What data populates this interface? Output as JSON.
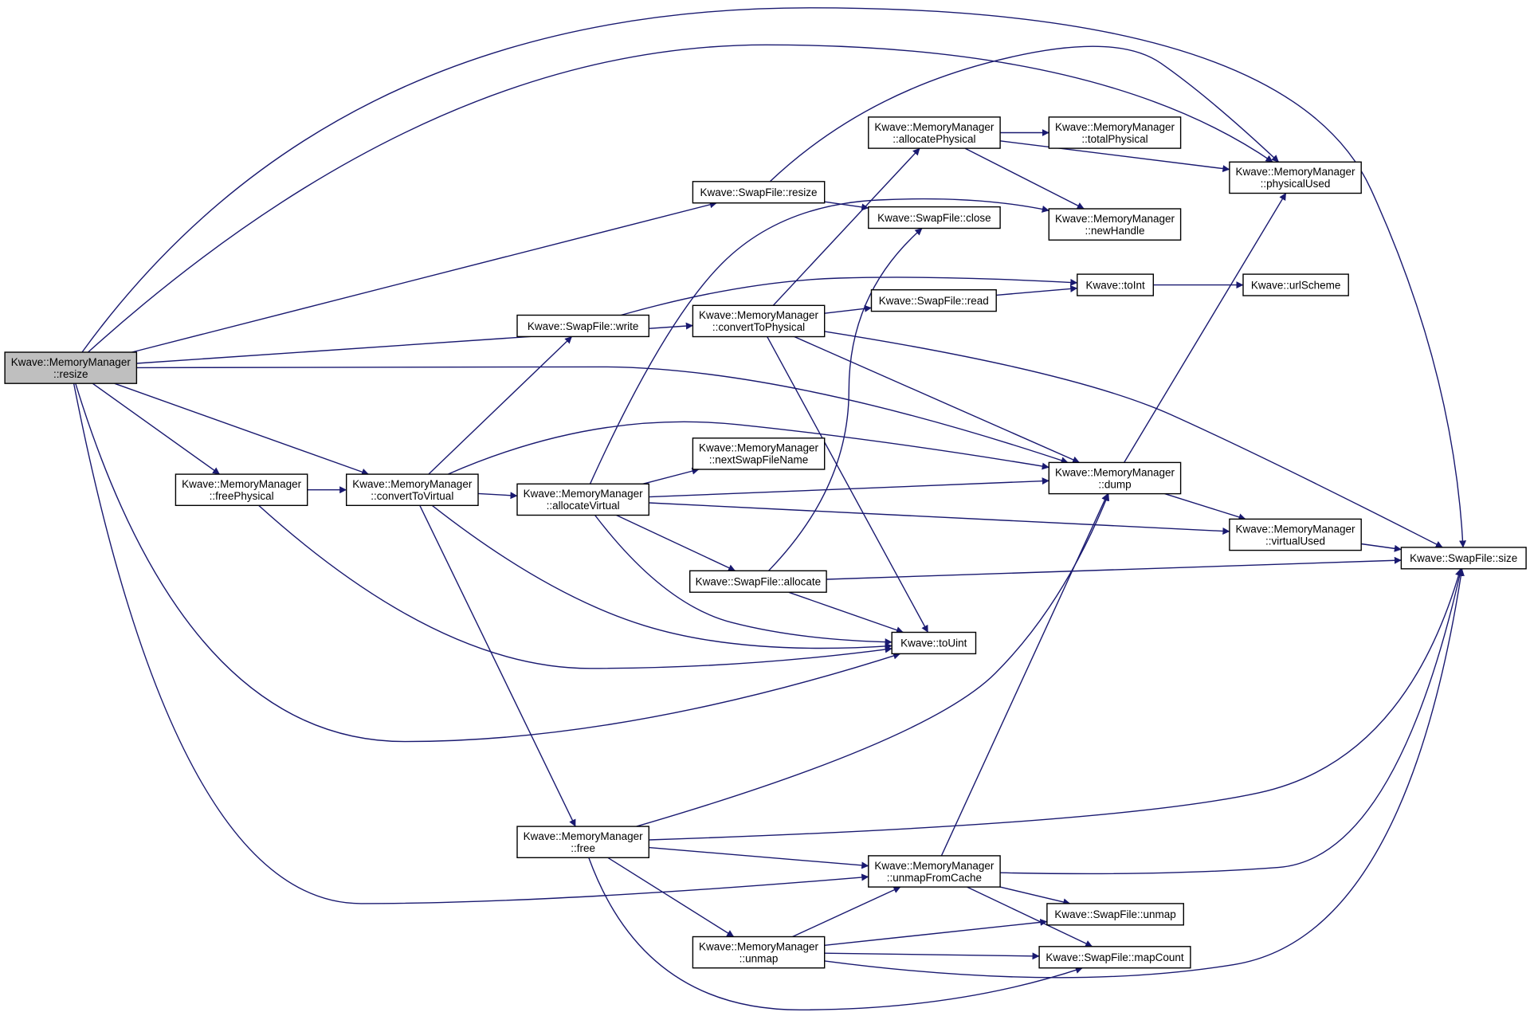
{
  "graph": {
    "accent_color": "#191970",
    "root_fill": "#bfbfbf",
    "nodes": {
      "mm_resize": {
        "lines": [
          "Kwave::MemoryManager",
          "::resize"
        ],
        "root": true
      },
      "mm_freePhysical": {
        "lines": [
          "Kwave::MemoryManager",
          "::freePhysical"
        ]
      },
      "mm_convertToVirtual": {
        "lines": [
          "Kwave::MemoryManager",
          "::convertToVirtual"
        ]
      },
      "mm_allocateVirtual": {
        "lines": [
          "Kwave::MemoryManager",
          "::allocateVirtual"
        ]
      },
      "mm_free": {
        "lines": [
          "Kwave::MemoryManager",
          "::free"
        ]
      },
      "sf_resize": {
        "lines": [
          "Kwave::SwapFile::resize"
        ]
      },
      "sf_write": {
        "lines": [
          "Kwave::SwapFile::write"
        ]
      },
      "mm_convertToPhysical": {
        "lines": [
          "Kwave::MemoryManager",
          "::convertToPhysical"
        ]
      },
      "mm_nextSwapFileName": {
        "lines": [
          "Kwave::MemoryManager",
          "::nextSwapFileName"
        ]
      },
      "sf_allocate": {
        "lines": [
          "Kwave::SwapFile::allocate"
        ]
      },
      "mm_unmap": {
        "lines": [
          "Kwave::MemoryManager",
          "::unmap"
        ]
      },
      "mm_allocatePhysical": {
        "lines": [
          "Kwave::MemoryManager",
          "::allocatePhysical"
        ]
      },
      "sf_close": {
        "lines": [
          "Kwave::SwapFile::close"
        ]
      },
      "sf_read": {
        "lines": [
          "Kwave::SwapFile::read"
        ]
      },
      "toUint": {
        "lines": [
          "Kwave::toUint"
        ]
      },
      "mm_unmapFromCache": {
        "lines": [
          "Kwave::MemoryManager",
          "::unmapFromCache"
        ]
      },
      "mm_totalPhysical": {
        "lines": [
          "Kwave::MemoryManager",
          "::totalPhysical"
        ]
      },
      "mm_newHandle": {
        "lines": [
          "Kwave::MemoryManager",
          "::newHandle"
        ]
      },
      "toInt": {
        "lines": [
          "Kwave::toInt"
        ]
      },
      "mm_dump": {
        "lines": [
          "Kwave::MemoryManager",
          "::dump"
        ]
      },
      "sf_unmap": {
        "lines": [
          "Kwave::SwapFile::unmap"
        ]
      },
      "sf_mapCount": {
        "lines": [
          "Kwave::SwapFile::mapCount"
        ]
      },
      "urlScheme": {
        "lines": [
          "Kwave::urlScheme"
        ]
      },
      "mm_physicalUsed": {
        "lines": [
          "Kwave::MemoryManager",
          "::physicalUsed"
        ]
      },
      "mm_virtualUsed": {
        "lines": [
          "Kwave::MemoryManager",
          "::virtualUsed"
        ]
      },
      "sf_size": {
        "lines": [
          "Kwave::SwapFile::size"
        ]
      }
    },
    "edges": [
      [
        "mm_resize",
        "sf_resize"
      ],
      [
        "mm_resize",
        "mm_convertToPhysical"
      ],
      [
        "mm_resize",
        "mm_dump"
      ],
      [
        "mm_resize",
        "mm_freePhysical"
      ],
      [
        "mm_resize",
        "mm_convertToVirtual"
      ],
      [
        "mm_resize",
        "toUint"
      ],
      [
        "mm_resize",
        "mm_unmapFromCache"
      ],
      [
        "mm_resize",
        "mm_physicalUsed"
      ],
      [
        "mm_resize",
        "sf_size"
      ],
      [
        "mm_freePhysical",
        "mm_convertToVirtual"
      ],
      [
        "mm_freePhysical",
        "toUint"
      ],
      [
        "mm_convertToVirtual",
        "sf_write"
      ],
      [
        "mm_convertToVirtual",
        "mm_allocateVirtual"
      ],
      [
        "mm_convertToVirtual",
        "mm_dump"
      ],
      [
        "mm_convertToVirtual",
        "toUint"
      ],
      [
        "mm_convertToVirtual",
        "mm_free"
      ],
      [
        "mm_allocateVirtual",
        "mm_nextSwapFileName"
      ],
      [
        "mm_allocateVirtual",
        "sf_allocate"
      ],
      [
        "mm_allocateVirtual",
        "mm_dump"
      ],
      [
        "mm_allocateVirtual",
        "mm_virtualUsed"
      ],
      [
        "mm_allocateVirtual",
        "toUint"
      ],
      [
        "mm_allocateVirtual",
        "mm_newHandle"
      ],
      [
        "mm_free",
        "mm_dump"
      ],
      [
        "mm_free",
        "mm_unmapFromCache"
      ],
      [
        "mm_free",
        "mm_unmap"
      ],
      [
        "mm_free",
        "sf_size"
      ],
      [
        "mm_free",
        "sf_mapCount"
      ],
      [
        "sf_resize",
        "sf_close"
      ],
      [
        "sf_resize",
        "mm_physicalUsed"
      ],
      [
        "sf_write",
        "toInt"
      ],
      [
        "mm_convertToPhysical",
        "mm_allocatePhysical"
      ],
      [
        "mm_convertToPhysical",
        "sf_read"
      ],
      [
        "mm_convertToPhysical",
        "mm_dump"
      ],
      [
        "mm_convertToPhysical",
        "toUint"
      ],
      [
        "mm_convertToPhysical",
        "sf_size"
      ],
      [
        "sf_allocate",
        "sf_close"
      ],
      [
        "sf_allocate",
        "toUint"
      ],
      [
        "sf_allocate",
        "sf_size"
      ],
      [
        "mm_unmap",
        "mm_unmapFromCache"
      ],
      [
        "mm_unmap",
        "sf_unmap"
      ],
      [
        "mm_unmap",
        "sf_mapCount"
      ],
      [
        "mm_unmap",
        "sf_size"
      ],
      [
        "mm_allocatePhysical",
        "mm_totalPhysical"
      ],
      [
        "mm_allocatePhysical",
        "mm_newHandle"
      ],
      [
        "mm_allocatePhysical",
        "mm_physicalUsed"
      ],
      [
        "sf_read",
        "toInt"
      ],
      [
        "mm_unmapFromCache",
        "mm_dump"
      ],
      [
        "mm_unmapFromCache",
        "sf_unmap"
      ],
      [
        "mm_unmapFromCache",
        "sf_mapCount"
      ],
      [
        "mm_unmapFromCache",
        "sf_size"
      ],
      [
        "toInt",
        "urlScheme"
      ],
      [
        "mm_dump",
        "mm_physicalUsed"
      ],
      [
        "mm_dump",
        "mm_virtualUsed"
      ],
      [
        "mm_virtualUsed",
        "sf_size"
      ]
    ]
  }
}
